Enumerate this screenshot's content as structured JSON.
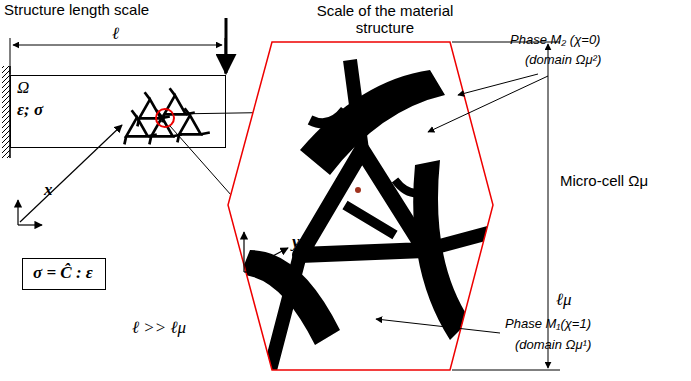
{
  "diagram": {
    "nodes": [
      {
        "text": [
          "Ω",
          "ε; σ"
        ]
      },
      {
        "text": [
          "σ = Ĉ : ε"
        ]
      }
    ],
    "labels": [
      "Structure length scale",
      "ℓ",
      "Scale of the material structure",
      "Phase M₂ (χ=0)",
      "(domain Ωμ²)",
      "Micro-cell Ωμ",
      "ℓμ",
      "x",
      "y",
      "Phase M₁(χ=1)",
      "(domain Ωμ¹)",
      "ℓ >> ℓμ"
    ]
  }
}
